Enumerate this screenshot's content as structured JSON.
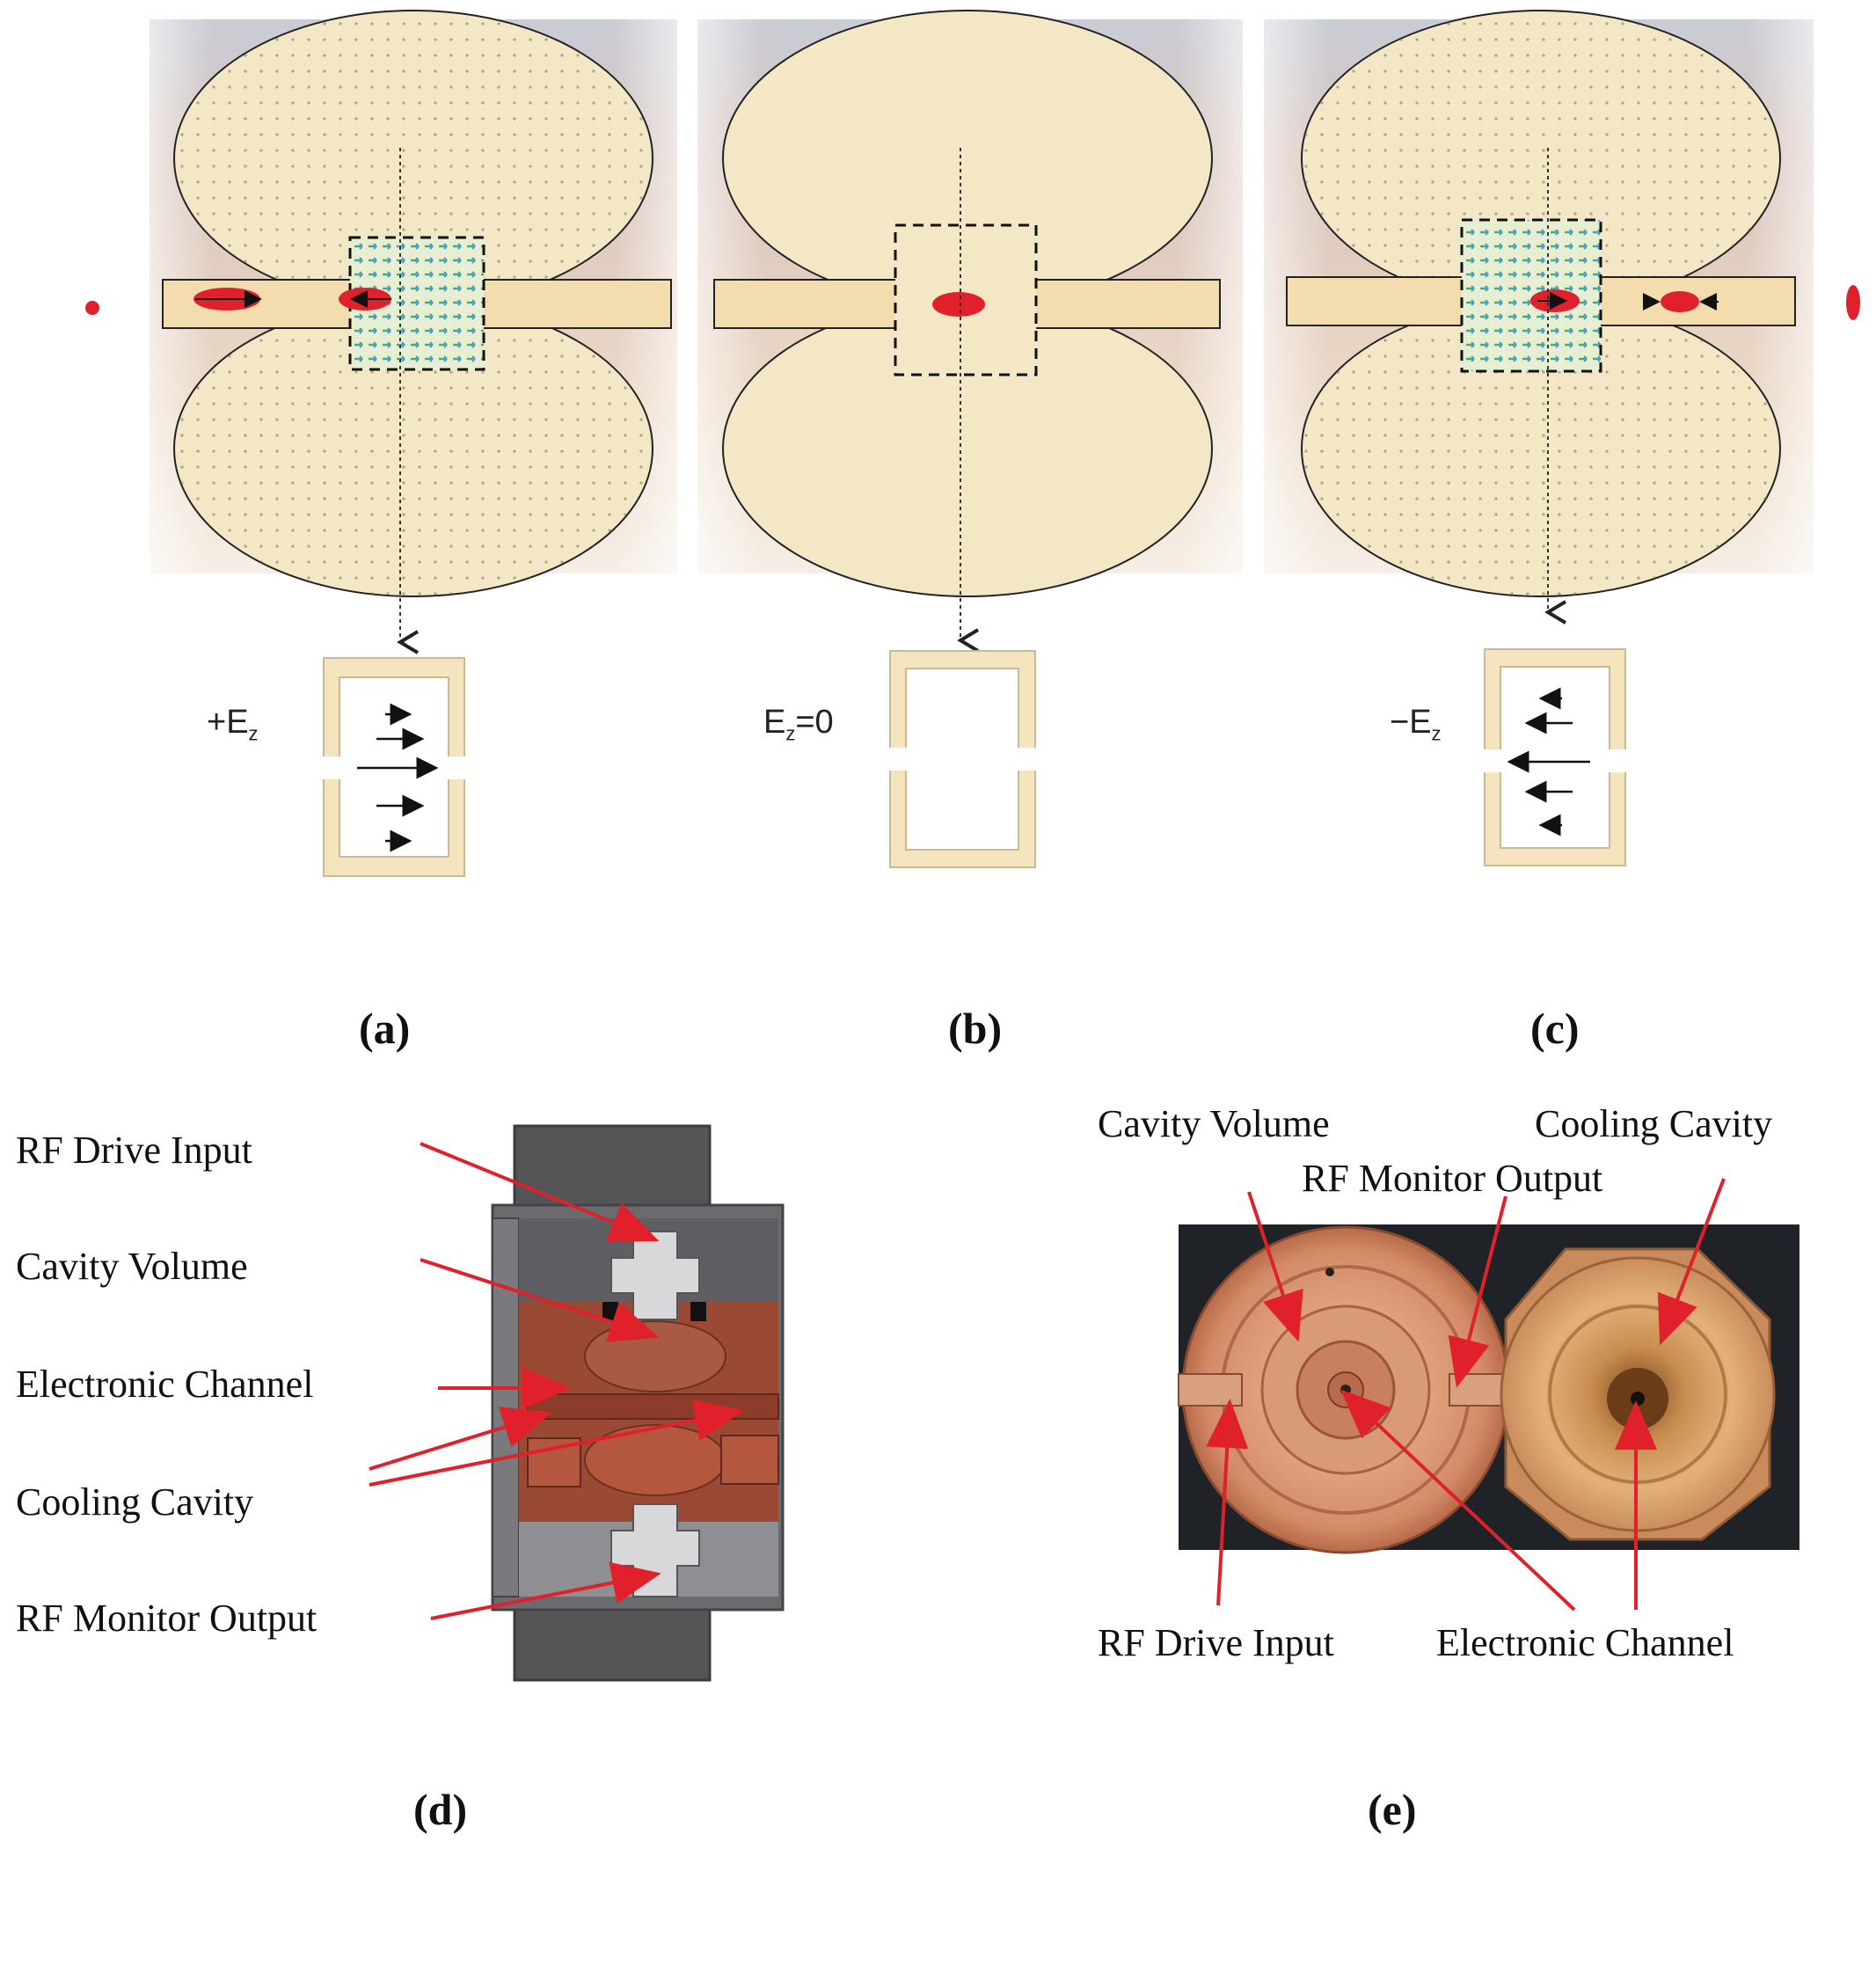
{
  "top": {
    "ez_labels": {
      "a_sign": "+E",
      "a_sub": "z",
      "b_main": "E",
      "b_sub": "z",
      "b_rest": "=0",
      "c_sign": "−E",
      "c_sub": "z"
    },
    "captions": {
      "a": "(a)",
      "b": "(b)",
      "c": "(c)"
    }
  },
  "panel_d": {
    "labels": [
      "RF Drive Input",
      "Cavity Volume",
      "Electronic Channel",
      "Cooling Cavity",
      "RF Monitor Output"
    ],
    "caption": "(d)"
  },
  "panel_e": {
    "cavity_volume": "Cavity Volume",
    "cooling_cavity": "Cooling Cavity",
    "rf_monitor_output": "RF Monitor Output",
    "rf_drive_input": "RF Drive Input",
    "electronic_channel": "Electronic Channel",
    "caption": "(e)"
  },
  "colors": {
    "cavity_fill": "#f3e7c6",
    "arrow_red": "#e0202a",
    "copper": "#a8533c",
    "frame_fill": "#f4e5bf"
  }
}
